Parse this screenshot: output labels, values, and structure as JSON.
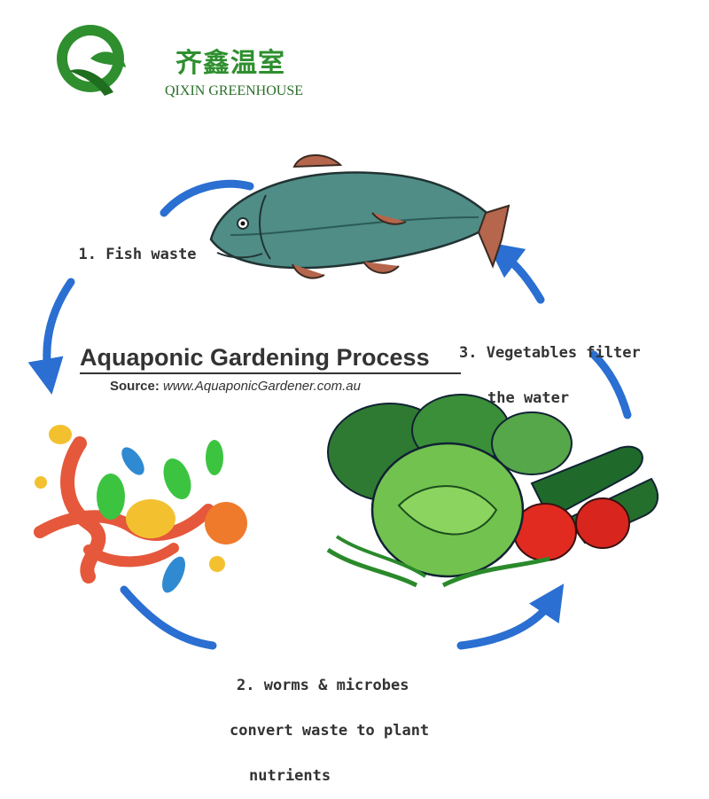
{
  "logo": {
    "name_cn": "齐鑫温室",
    "name_en": "QIXIN GREENHOUSE",
    "colors": {
      "primary": "#2f8f2f",
      "dark": "#1f6d1f"
    }
  },
  "diagram": {
    "title": "Aquaponic Gardening Process",
    "source_label": "Source:",
    "source_url": "www.AquaponicGardener.com.au",
    "steps": [
      {
        "line1": "1. Fish waste"
      },
      {
        "line1": "2. worms & microbes",
        "line2": "convert waste to plant",
        "line3": "nutrients"
      },
      {
        "line1": "3. Vegetables filter",
        "line2": "the water"
      }
    ],
    "colors": {
      "arrow": "#2a6fd1",
      "fish": "#4f8d86",
      "fin": "#b5664c",
      "worm": "#e5583b",
      "veg": "#2f9a3a",
      "tomato": "#e12a20"
    }
  }
}
